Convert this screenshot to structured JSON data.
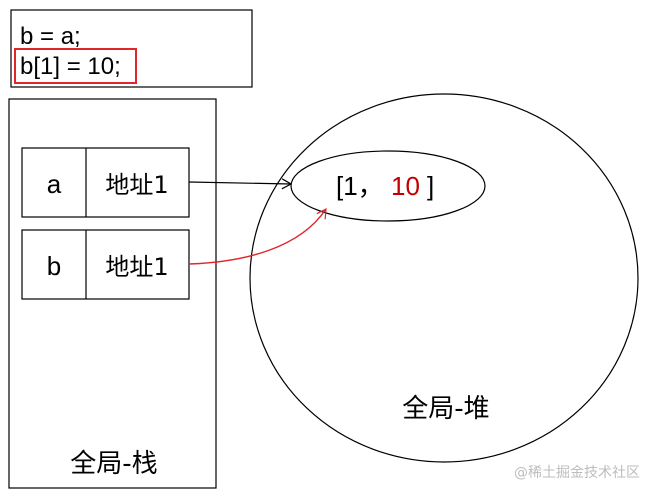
{
  "code": {
    "line1": "b = a;",
    "line2": "b[1] = 10;"
  },
  "stack": {
    "label": "全局-栈",
    "rows": [
      {
        "name": "a",
        "value": "地址1"
      },
      {
        "name": "b",
        "value": "地址1"
      }
    ]
  },
  "heap": {
    "label": "全局-堆",
    "array": {
      "open": "[1，",
      "changed_value": "10",
      "close": "]"
    }
  },
  "watermark": "@稀土掘金技术社区",
  "colors": {
    "highlight": "#e0262b",
    "changed_value": "#c00000",
    "line": "#000000",
    "watermark": "#bdbdbd"
  }
}
